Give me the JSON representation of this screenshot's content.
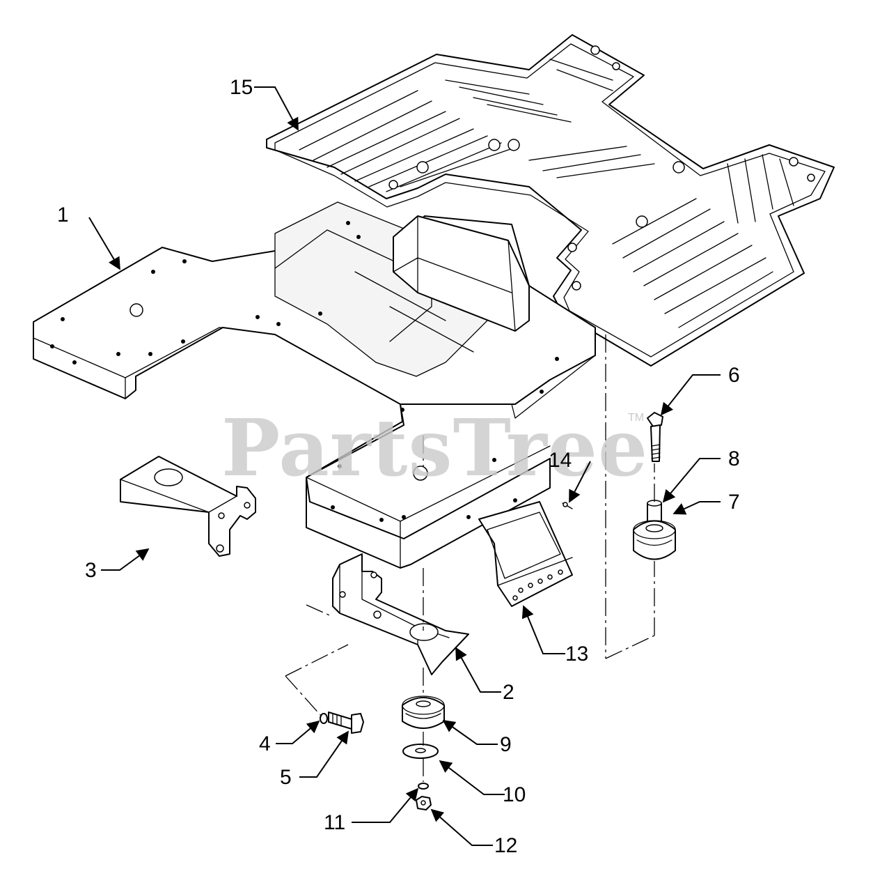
{
  "watermark": {
    "brand": "PartsTree",
    "trademark": "TM"
  },
  "callouts": [
    {
      "id": "callout-1",
      "label": "1"
    },
    {
      "id": "callout-2",
      "label": "2"
    },
    {
      "id": "callout-3",
      "label": "3"
    },
    {
      "id": "callout-4",
      "label": "4"
    },
    {
      "id": "callout-5",
      "label": "5"
    },
    {
      "id": "callout-6",
      "label": "6"
    },
    {
      "id": "callout-7",
      "label": "7"
    },
    {
      "id": "callout-8",
      "label": "8"
    },
    {
      "id": "callout-9",
      "label": "9"
    },
    {
      "id": "callout-10",
      "label": "10"
    },
    {
      "id": "callout-11",
      "label": "11"
    },
    {
      "id": "callout-12",
      "label": "12"
    },
    {
      "id": "callout-13",
      "label": "13"
    },
    {
      "id": "callout-14",
      "label": "14"
    },
    {
      "id": "callout-15",
      "label": "15"
    }
  ]
}
